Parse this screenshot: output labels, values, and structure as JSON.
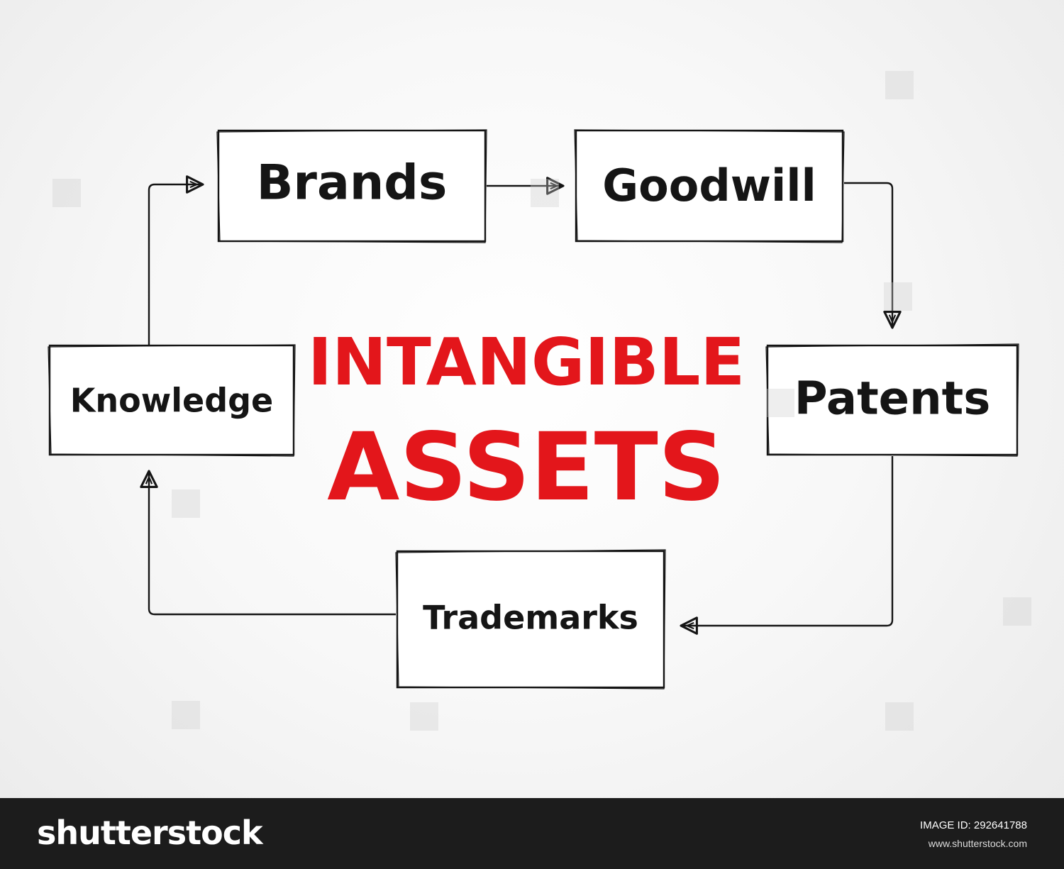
{
  "diagram": {
    "title_line1": "INTANGIBLE",
    "title_line2": "ASSETS",
    "nodes": {
      "brands": "Brands",
      "goodwill": "Goodwill",
      "patents": "Patents",
      "trademarks": "Trademarks",
      "knowledge": "Knowledge"
    },
    "colors": {
      "title": "#e3161b",
      "ink": "#151515",
      "footer_bg": "#1c1c1c"
    }
  },
  "footer": {
    "brand": "shutterstock",
    "image_id_label": "IMAGE ID:",
    "image_id": "292641788",
    "site": "www.shutterstock.com"
  }
}
